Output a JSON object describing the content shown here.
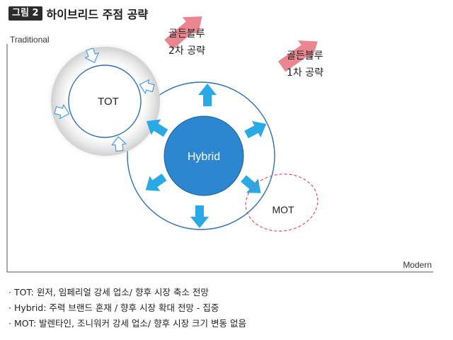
{
  "header": {
    "badge": "그림 2",
    "title": "하이브리드 주점 공략"
  },
  "axes": {
    "y_label": "Traditional",
    "x_label": "Modern"
  },
  "nodes": {
    "tot": "TOT",
    "hybrid": "Hybrid",
    "mot": "MOT"
  },
  "callouts": {
    "second": {
      "line1": "골든블루",
      "line2": "2차 공략"
    },
    "first": {
      "line1": "골든블루",
      "line2": "1차 공략"
    }
  },
  "notes": [
    "· TOT: 윈저, 임페리얼 강세 업소/ 향후 시장 축소 전망",
    "· Hybrid: 주력 브랜드 혼재 / 향후 시장 확대 전망 - 집중",
    "· MOT: 발렌타인, 조니워커 강세 업소/ 향후 시장 크기 변동 없음"
  ],
  "colors": {
    "ring_blue": "#2f6fb8",
    "hybrid_fill": "#2d86d0",
    "arrow_cyan": "#29a9e6",
    "callout_pink": "#e9868f",
    "mot_dash": "#e05060"
  }
}
